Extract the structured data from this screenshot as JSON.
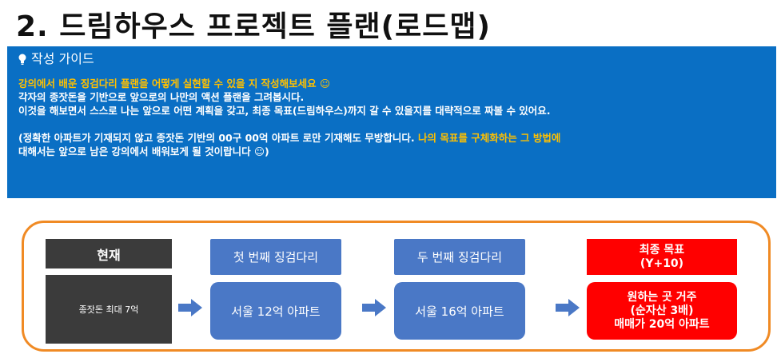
{
  "title": "2. 드림하우스 프로젝트 플랜(로드맵)",
  "guide": {
    "icon": "lightbulb-icon",
    "heading": "작성 가이드",
    "line1": "강의에서 배운 징검다리 플랜을 어떻게 실현할 수 있을 지 작성해보세요 ☺",
    "line2": "각자의 종잣돈을 기반으로 앞으로의 나만의 액션 플랜을 그려봅시다.",
    "line3": "이것을 해보면서 스스로 나는 앞으로 어떤 계획을 갖고, 최종 목표(드림하우스)까지 갈 수 있을지를 대략적으로 짜볼 수 있어요.",
    "line4a": "(정확한 아파트가 기재되지 않고 종잣돈 기반의 00구 00억 아파트 로만 기재해도 무방합니다.",
    "line4b": "나의 목표를 구체화하는 그 방법에",
    "line5": "대해서는 앞으로 남은 강의에서 배워보게 될 것이랍니다 ☺)"
  },
  "roadmap": {
    "current": {
      "label": "현재",
      "value": "종잣돈 최대 7억"
    },
    "step1": {
      "label": "첫 번째 징검다리",
      "value": "서울 12억 아파트"
    },
    "step2": {
      "label": "두 번째 징검다리",
      "value": "서울 16억 아파트"
    },
    "goal": {
      "label": "최종 목표",
      "sublabel": "(Y+10)",
      "value1": "원하는 곳 거주",
      "value2": "(순자산 3배)",
      "value3": "매매가 20억 아파트"
    },
    "colors": {
      "border": "#f08a24",
      "step": "#4a78c6",
      "goal": "#ff0000",
      "current": "#3b3b3b"
    }
  }
}
